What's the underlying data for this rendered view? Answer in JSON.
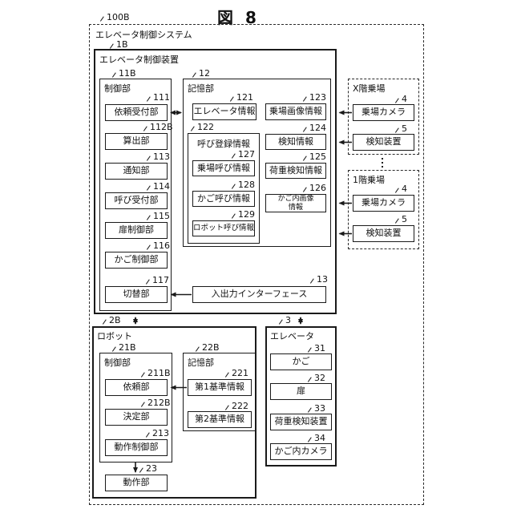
{
  "figure_title": "図 8",
  "system": {
    "ref": "100B",
    "label": "エレベータ制御システム",
    "controller": {
      "ref": "1B",
      "label": "エレベータ制御装置",
      "control_unit": {
        "ref": "11B",
        "label": "制御部",
        "blocks": [
          {
            "ref": "111",
            "label": "依頼受付部"
          },
          {
            "ref": "112B",
            "label": "算出部"
          },
          {
            "ref": "113",
            "label": "通知部"
          },
          {
            "ref": "114",
            "label": "呼び受付部"
          },
          {
            "ref": "115",
            "label": "扉制御部"
          },
          {
            "ref": "116",
            "label": "かご制御部"
          },
          {
            "ref": "117",
            "label": "切替部"
          }
        ]
      },
      "storage_unit": {
        "ref": "12",
        "label": "記憶部",
        "elevator_info": {
          "ref": "121",
          "label": "エレベータ情報"
        },
        "call_registration": {
          "ref": "122",
          "label": "呼び登録情報",
          "blocks": [
            {
              "ref": "127",
              "label": "乗場呼び情報"
            },
            {
              "ref": "128",
              "label": "かご呼び情報"
            },
            {
              "ref": "129",
              "label": "ロボット呼び情報"
            }
          ]
        },
        "right_blocks": [
          {
            "ref": "123",
            "label": "乗場画像情報"
          },
          {
            "ref": "124",
            "label": "検知情報"
          },
          {
            "ref": "125",
            "label": "荷重検知情報"
          },
          {
            "ref": "126",
            "label": "かご内画像\n情報"
          }
        ]
      },
      "io_interface": {
        "ref": "13",
        "label": "入出力インターフェース"
      }
    },
    "floor_x": {
      "label": "X階乗場",
      "blocks": [
        {
          "ref": "4",
          "label": "乗場カメラ"
        },
        {
          "ref": "5",
          "label": "検知装置"
        }
      ]
    },
    "floor_1": {
      "label": "1階乗場",
      "blocks": [
        {
          "ref": "4",
          "label": "乗場カメラ"
        },
        {
          "ref": "5",
          "label": "検知装置"
        }
      ]
    },
    "robot": {
      "ref": "2B",
      "label": "ロボット",
      "control_unit": {
        "ref": "21B",
        "label": "制御部",
        "blocks": [
          {
            "ref": "211B",
            "label": "依頼部"
          },
          {
            "ref": "212B",
            "label": "決定部"
          },
          {
            "ref": "213",
            "label": "動作制御部"
          }
        ]
      },
      "storage_unit": {
        "ref": "22B",
        "label": "記憶部",
        "blocks": [
          {
            "ref": "221",
            "label": "第1基準情報"
          },
          {
            "ref": "222",
            "label": "第2基準情報"
          }
        ]
      },
      "operation_unit": {
        "ref": "23",
        "label": "動作部"
      }
    },
    "elevator": {
      "ref": "3",
      "label": "エレベータ",
      "blocks": [
        {
          "ref": "31",
          "label": "かご"
        },
        {
          "ref": "32",
          "label": "扉"
        },
        {
          "ref": "33",
          "label": "荷重検知装置"
        },
        {
          "ref": "34",
          "label": "かご内カメラ"
        }
      ]
    }
  }
}
